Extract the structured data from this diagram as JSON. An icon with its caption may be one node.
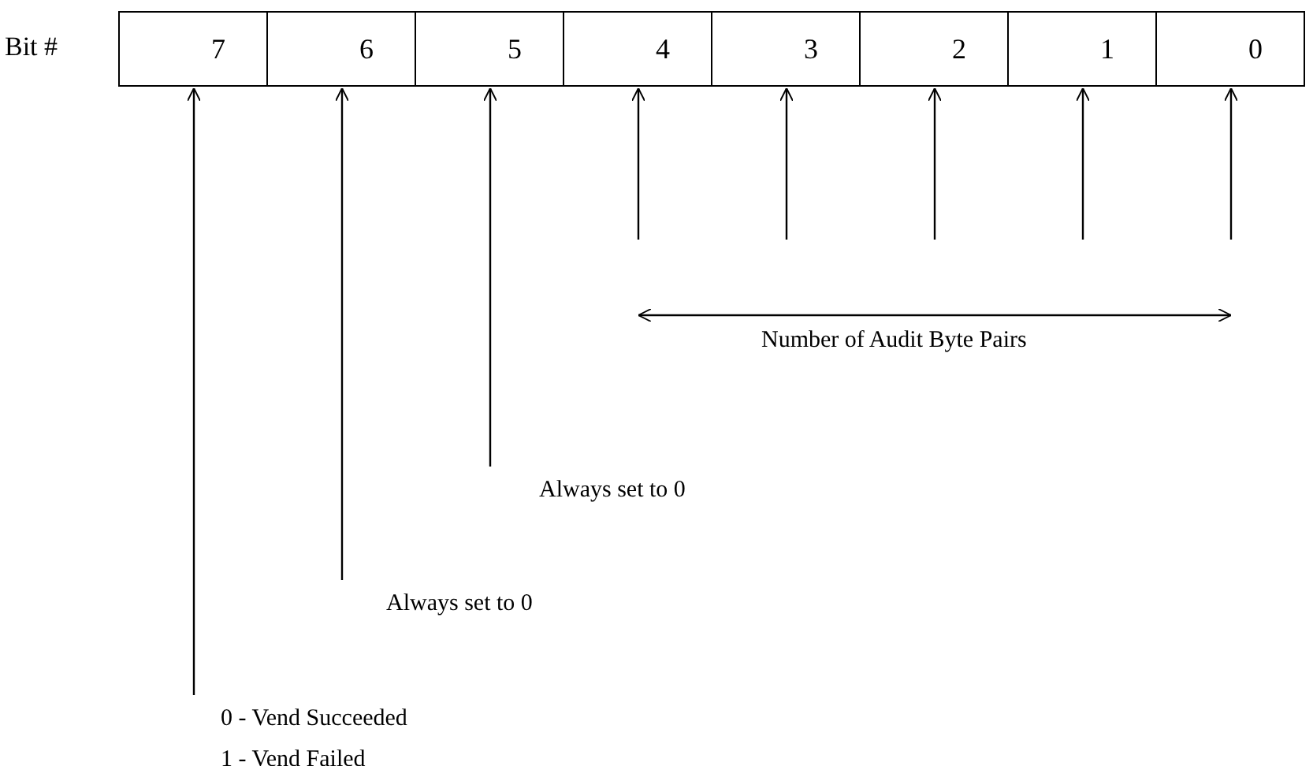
{
  "diagram": {
    "nodes": [
      {
        "text": [
          "7"
        ]
      },
      {
        "text": [
          "6"
        ]
      },
      {
        "text": [
          "5"
        ]
      },
      {
        "text": [
          "4"
        ]
      },
      {
        "text": [
          "3"
        ]
      },
      {
        "text": [
          "2"
        ]
      },
      {
        "text": [
          "1"
        ]
      },
      {
        "text": [
          "0"
        ]
      },
      {
        "text": [
          "Always set to 0"
        ]
      },
      {
        "text": [
          "Always set to 0"
        ]
      },
      {
        "text": [
          "0 - Vend Succeeded",
          "1 - Vend Failed"
        ]
      }
    ],
    "edges": [
      {
        "from": 10,
        "to": 0,
        "arrow": "to"
      },
      {
        "from": 9,
        "to": 1,
        "arrow": "to"
      },
      {
        "from": 8,
        "to": 2,
        "arrow": "to"
      },
      {
        "from": null,
        "to": 3,
        "arrow": "to"
      },
      {
        "from": null,
        "to": 4,
        "arrow": "to"
      },
      {
        "from": null,
        "to": 5,
        "arrow": "to"
      },
      {
        "from": null,
        "to": 6,
        "arrow": "to"
      },
      {
        "from": null,
        "to": 7,
        "arrow": "to"
      }
    ],
    "labels": [
      "Bit #",
      "Number of Audit Byte Pairs"
    ]
  }
}
